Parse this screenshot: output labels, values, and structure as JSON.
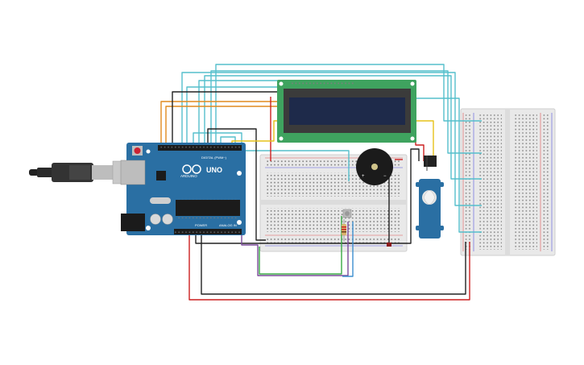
{
  "board": {
    "brand_label": "ARDUINO",
    "model_label": "UNO",
    "digital_label": "DIGITAL (PWM~)",
    "power_label": "POWER",
    "analog_label": "ANALOG IN"
  },
  "colors": {
    "arduino_blue": "#2a6fa3",
    "wire_cyan": "#55bfcc",
    "wire_orange": "#e08a1e",
    "wire_red": "#cc1f1f",
    "wire_black": "#222222",
    "wire_green": "#3aa845",
    "wire_purple": "#7a4a9a",
    "wire_yellow": "#e6c21a",
    "lcd_green": "#3fa35f",
    "lcd_screen": "#1e2a4a"
  },
  "components": [
    "usb-cable",
    "arduino-uno",
    "lcd-16x2",
    "piezo-buzzer",
    "servo-motor",
    "breadboard-main",
    "breadboard-side",
    "resistor",
    "potentiometer"
  ]
}
